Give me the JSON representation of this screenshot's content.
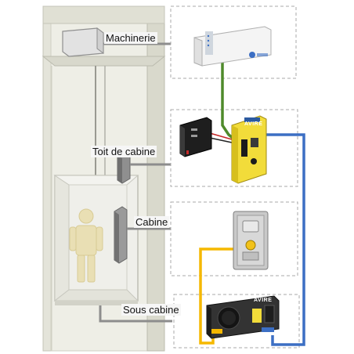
{
  "labels": {
    "machinerie": "Machinerie",
    "toit_de_cabine": "Toit de cabine",
    "cabine": "Cabine",
    "sous_cabine": "Sous cabine"
  },
  "brands": {
    "avire_top": "AVIRE",
    "avire_bottom": "AVIRE"
  },
  "colors": {
    "shaft_wall": "#e2e2d8",
    "cabin_glass": "#ededea",
    "person": "#e9dfb4",
    "green_wire": "#4f8a2b",
    "blue_wire": "#3c6fc4",
    "yellow_wire": "#f5b800",
    "device_yellow": "#f2dc3a",
    "dashed_box": "#aaaaaa"
  }
}
